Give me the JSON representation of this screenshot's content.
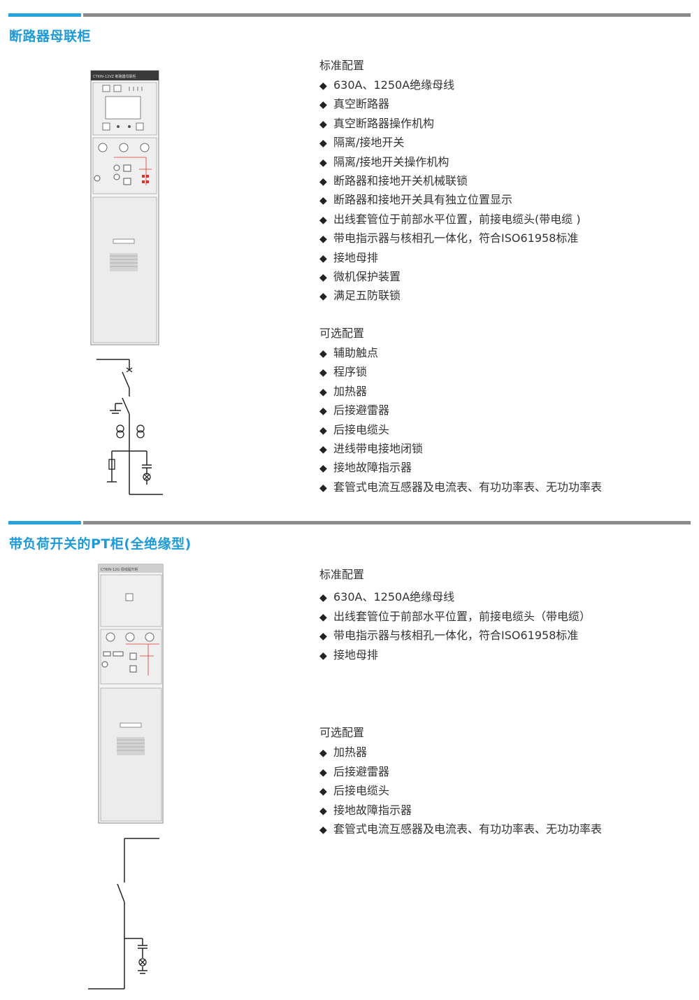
{
  "section1": {
    "title": "断路器母联柜",
    "cabinet_label": "CTKIN-12VZ 断路器母联柜",
    "standard": {
      "heading": "标准配置",
      "items": [
        "630A、1250A绝缘母线",
        "真空断路器",
        "真空断路器操作机构",
        "隔离/接地开关",
        "隔离/接地开关操作机构",
        "断路器和接地开关机械联锁",
        "断路器和接地开关具有独立位置显示",
        "出线套管位于前部水平位置，前接电缆头(带电缆 )",
        "带电指示器与核相孔一体化，符合ISO61958标准",
        "接地母排",
        "微机保护装置",
        "满足五防联锁"
      ]
    },
    "optional": {
      "heading": "可选配置",
      "items": [
        "辅助触点",
        "程序锁",
        "加热器",
        "后接避雷器",
        "后接电缆头",
        "进线带电接地闭锁",
        "接地故障指示器",
        "套管式电流互感器及电流表、有功功率表、无功功率表"
      ]
    }
  },
  "section2": {
    "title": "带负荷开关的PT柜(全绝缘型)",
    "cabinet_label": "CTKIN-12G 母线提升柜",
    "standard": {
      "heading": "标准配置",
      "items": [
        "630A、1250A绝缘母线",
        "出线套管位于前部水平位置，前接电缆头（带电缆）",
        "带电指示器与核相孔一体化，符合ISO61958标准",
        "接地母排"
      ]
    },
    "optional": {
      "heading": "可选配置",
      "items": [
        "加热器",
        "后接避雷器",
        "后接电缆头",
        "接地故障指示器",
        "套管式电流互感器及电流表、有功功率表、无功功率表"
      ]
    }
  },
  "bullet": "◆",
  "colors": {
    "accent": "#1f9ad6",
    "rule_gray": "#8a8a8a",
    "panel_border": "#9a9a9a",
    "red": "#e0322b"
  }
}
